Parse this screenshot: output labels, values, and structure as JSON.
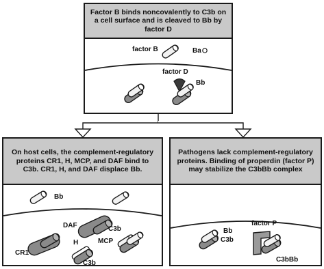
{
  "top_panel": {
    "title": "Factor B binds noncovalently to C3b on a cell surface and is cleaved to Bb by factor D",
    "labels": {
      "factor_b": "factor B",
      "ba": "Ba",
      "factor_d": "factor D",
      "bb": "Bb"
    }
  },
  "left_panel": {
    "title": "On host cells, the complement-regulatory proteins CR1, H, MCP, and DAF bind to C3b. CR1, H, and DAF displace Bb.",
    "labels": {
      "bb": "Bb",
      "daf": "DAF",
      "c3b_top": "C3b",
      "cr1": "CR1",
      "h": "H",
      "mcp": "MCP",
      "c3b_bottom": "C3b"
    }
  },
  "right_panel": {
    "title": "Pathogens lack complement-regulatory proteins. Binding of properdin (factor P) may stabilize the C3bBb complex",
    "labels": {
      "bb": "Bb",
      "c3b": "C3b",
      "factor_p": "factor P",
      "c3bbb": "C3bBb"
    }
  },
  "colors": {
    "header_fill": "#c9c9c9",
    "border": "#1a1a1a",
    "molecule_dark": "#8a8a8a",
    "molecule_light": "#f2f2f2"
  }
}
